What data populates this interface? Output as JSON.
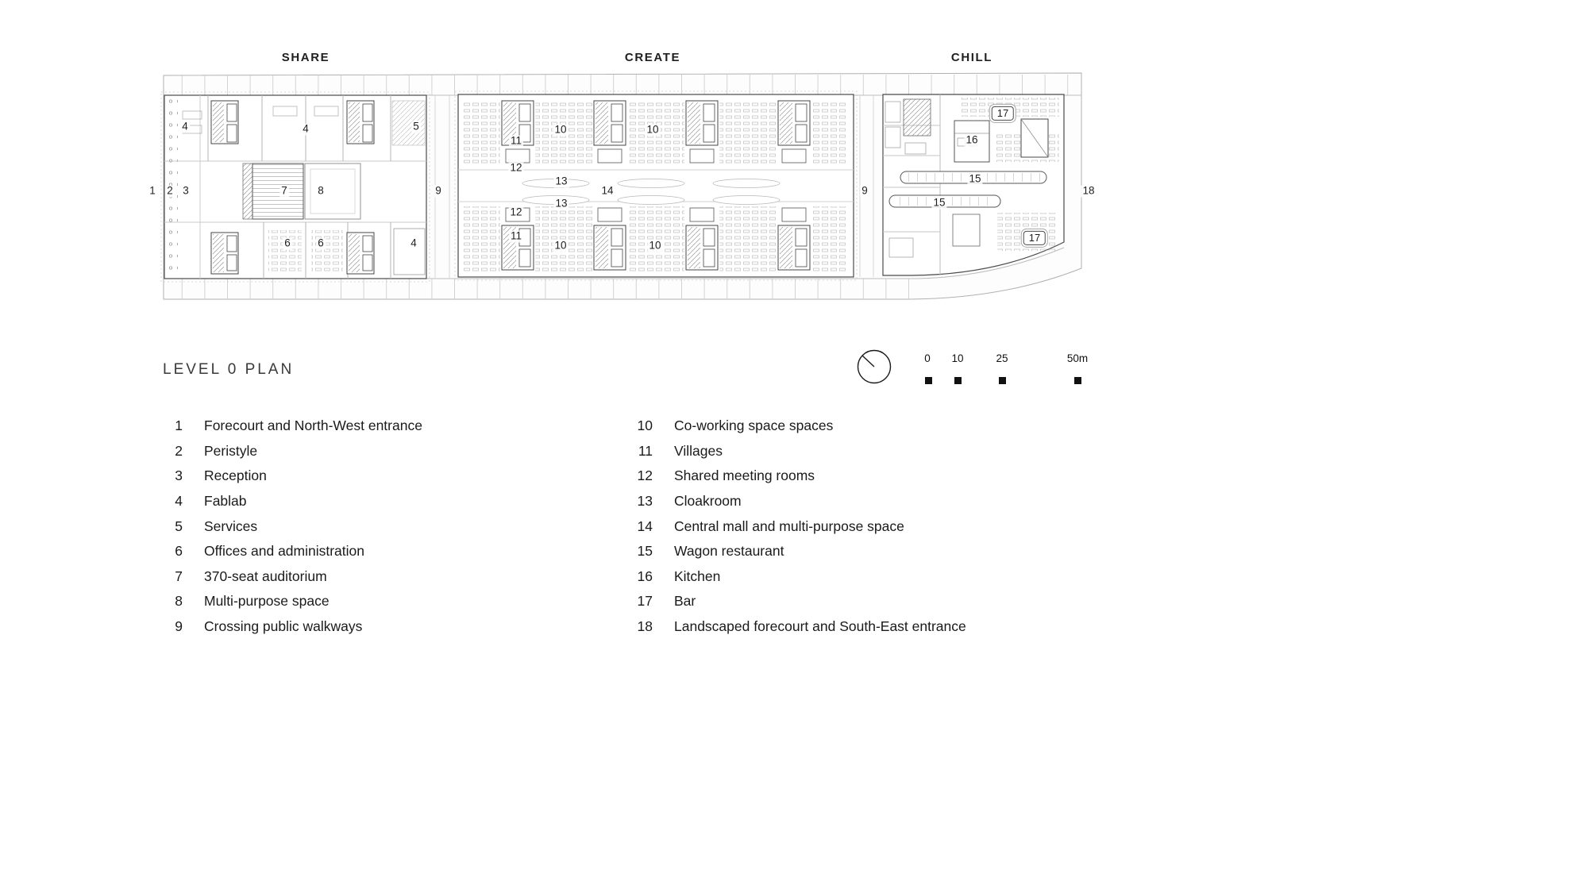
{
  "zones": {
    "share": "SHARE",
    "create": "CREATE",
    "chill": "CHILL"
  },
  "plan": {
    "title": "LEVEL 0 PLAN",
    "labels": [
      "1",
      "2",
      "3",
      "4",
      "4",
      "5",
      "7",
      "8",
      "6",
      "6",
      "4",
      "9",
      "10",
      "10",
      "11",
      "12",
      "13",
      "13",
      "14",
      "12",
      "11",
      "10",
      "10",
      "9",
      "16",
      "15",
      "15",
      "18"
    ],
    "boxed": [
      "17",
      "17"
    ]
  },
  "scalebar": {
    "t0": "0",
    "t10": "10",
    "t25": "25",
    "t50": "50m"
  },
  "legend": {
    "col1": [
      {
        "num": "1",
        "label": "Forecourt and North-West entrance"
      },
      {
        "num": "2",
        "label": "Peristyle"
      },
      {
        "num": "3",
        "label": "Reception"
      },
      {
        "num": "4",
        "label": "Fablab"
      },
      {
        "num": "5",
        "label": "Services"
      },
      {
        "num": "6",
        "label": "Offices and administration"
      },
      {
        "num": "7",
        "label": "370-seat auditorium"
      },
      {
        "num": "8",
        "label": "Multi-purpose space"
      },
      {
        "num": "9",
        "label": "Crossing public walkways"
      }
    ],
    "col2": [
      {
        "num": "10",
        "label": "Co-working space spaces"
      },
      {
        "num": "11",
        "label": "Villages"
      },
      {
        "num": "12",
        "label": "Shared meeting rooms"
      },
      {
        "num": "13",
        "label": "Cloakroom"
      },
      {
        "num": "14",
        "label": "Central mall and multi-purpose space"
      },
      {
        "num": "15",
        "label": "Wagon restaurant"
      },
      {
        "num": "16",
        "label": "Kitchen"
      },
      {
        "num": "17",
        "label": "Bar"
      },
      {
        "num": "18",
        "label": "Landscaped forecourt and South-East entrance"
      }
    ]
  }
}
